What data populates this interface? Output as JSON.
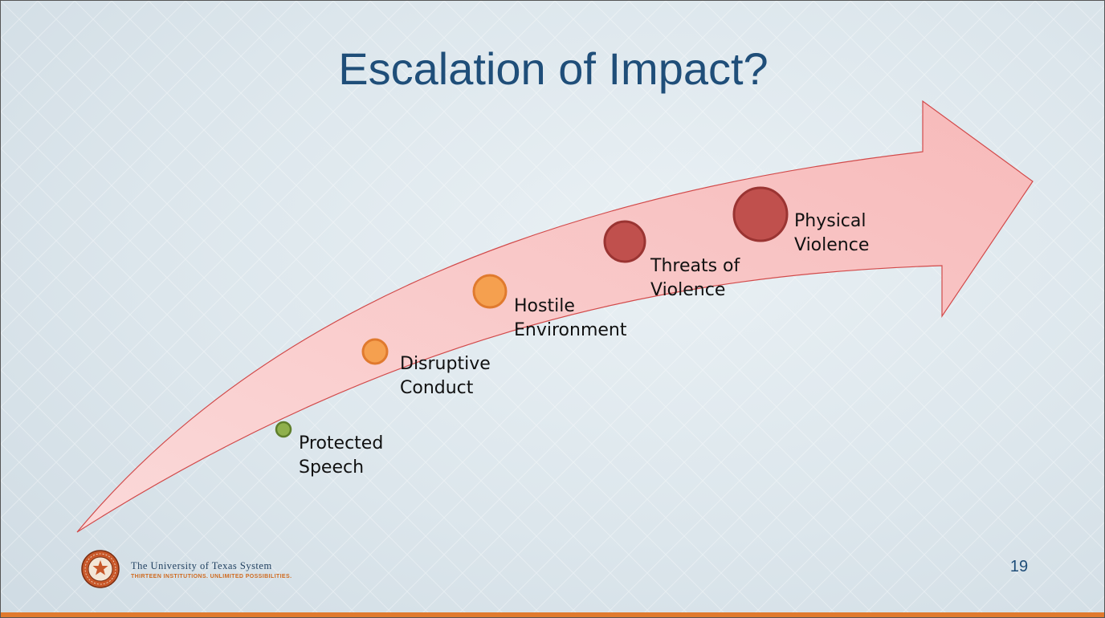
{
  "slide": {
    "title": "Escalation of Impact?",
    "page_number": "19"
  },
  "diagram": {
    "stages": [
      {
        "id": "protected-speech",
        "lines": [
          "Protected",
          "Speech"
        ],
        "color": "#8fb04c"
      },
      {
        "id": "disruptive-conduct",
        "lines": [
          "Disruptive",
          "Conduct"
        ],
        "color": "#f5a04f"
      },
      {
        "id": "hostile-environment",
        "lines": [
          "Hostile",
          "Environment"
        ],
        "color": "#f5a04f"
      },
      {
        "id": "threats-of-violence",
        "lines": [
          "Threats of",
          "Violence"
        ],
        "color": "#c0504d"
      },
      {
        "id": "physical-violence",
        "lines": [
          "Physical",
          "Violence"
        ],
        "color": "#c0504d"
      }
    ],
    "arrow_fill": "#f9c6c6",
    "arrow_stroke": "#d24a4a"
  },
  "footer": {
    "seal_icon": "university-seal-icon",
    "university_name": "The University of Texas System",
    "tagline": "THIRTEEN INSTITUTIONS. UNLIMITED POSSIBILITIES.",
    "accent_color": "#e07a2e"
  }
}
